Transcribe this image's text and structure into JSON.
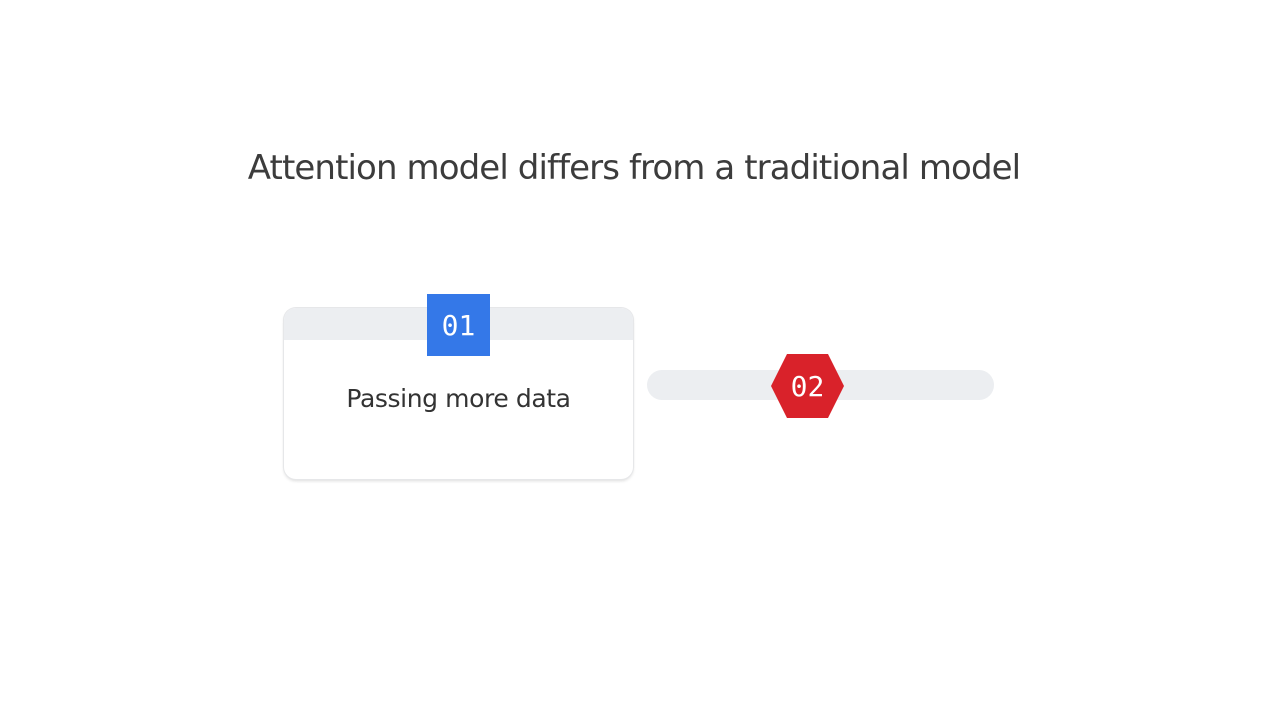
{
  "slide": {
    "title": "Attention model differs from a traditional model"
  },
  "items": [
    {
      "number": "01",
      "label": "Passing more data",
      "badge_shape": "square",
      "badge_color": "#3478e8"
    },
    {
      "number": "02",
      "label": "",
      "badge_shape": "hexagon",
      "badge_color": "#d9222a"
    }
  ],
  "colors": {
    "background": "#ffffff",
    "title_text": "#3c3c3c",
    "card_header": "#eceef1",
    "track": "#eceef1"
  }
}
